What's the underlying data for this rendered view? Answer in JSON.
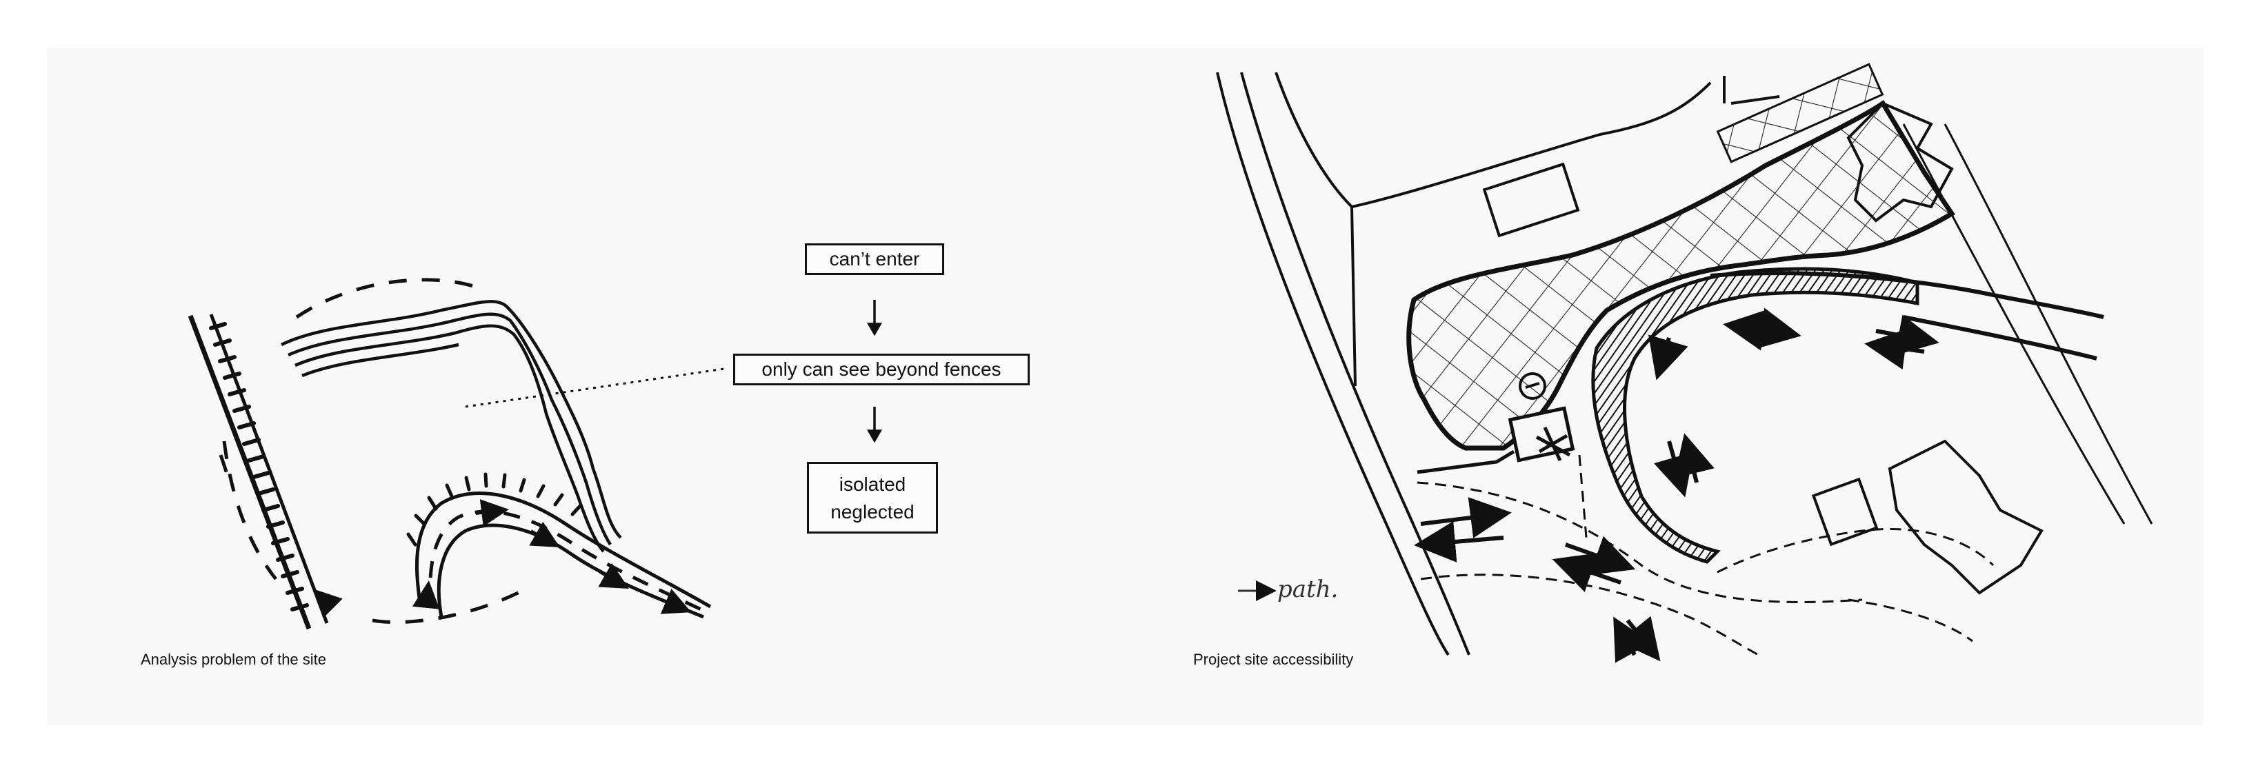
{
  "left_panel": {
    "caption": "Analysis problem of the site",
    "flow": {
      "step1": "can’t enter",
      "step2": "only can see beyond fences",
      "step3_line1": "isolated",
      "step3_line2": "neglected"
    }
  },
  "right_panel": {
    "caption": "Project site accessibility",
    "legend_label": "path."
  }
}
